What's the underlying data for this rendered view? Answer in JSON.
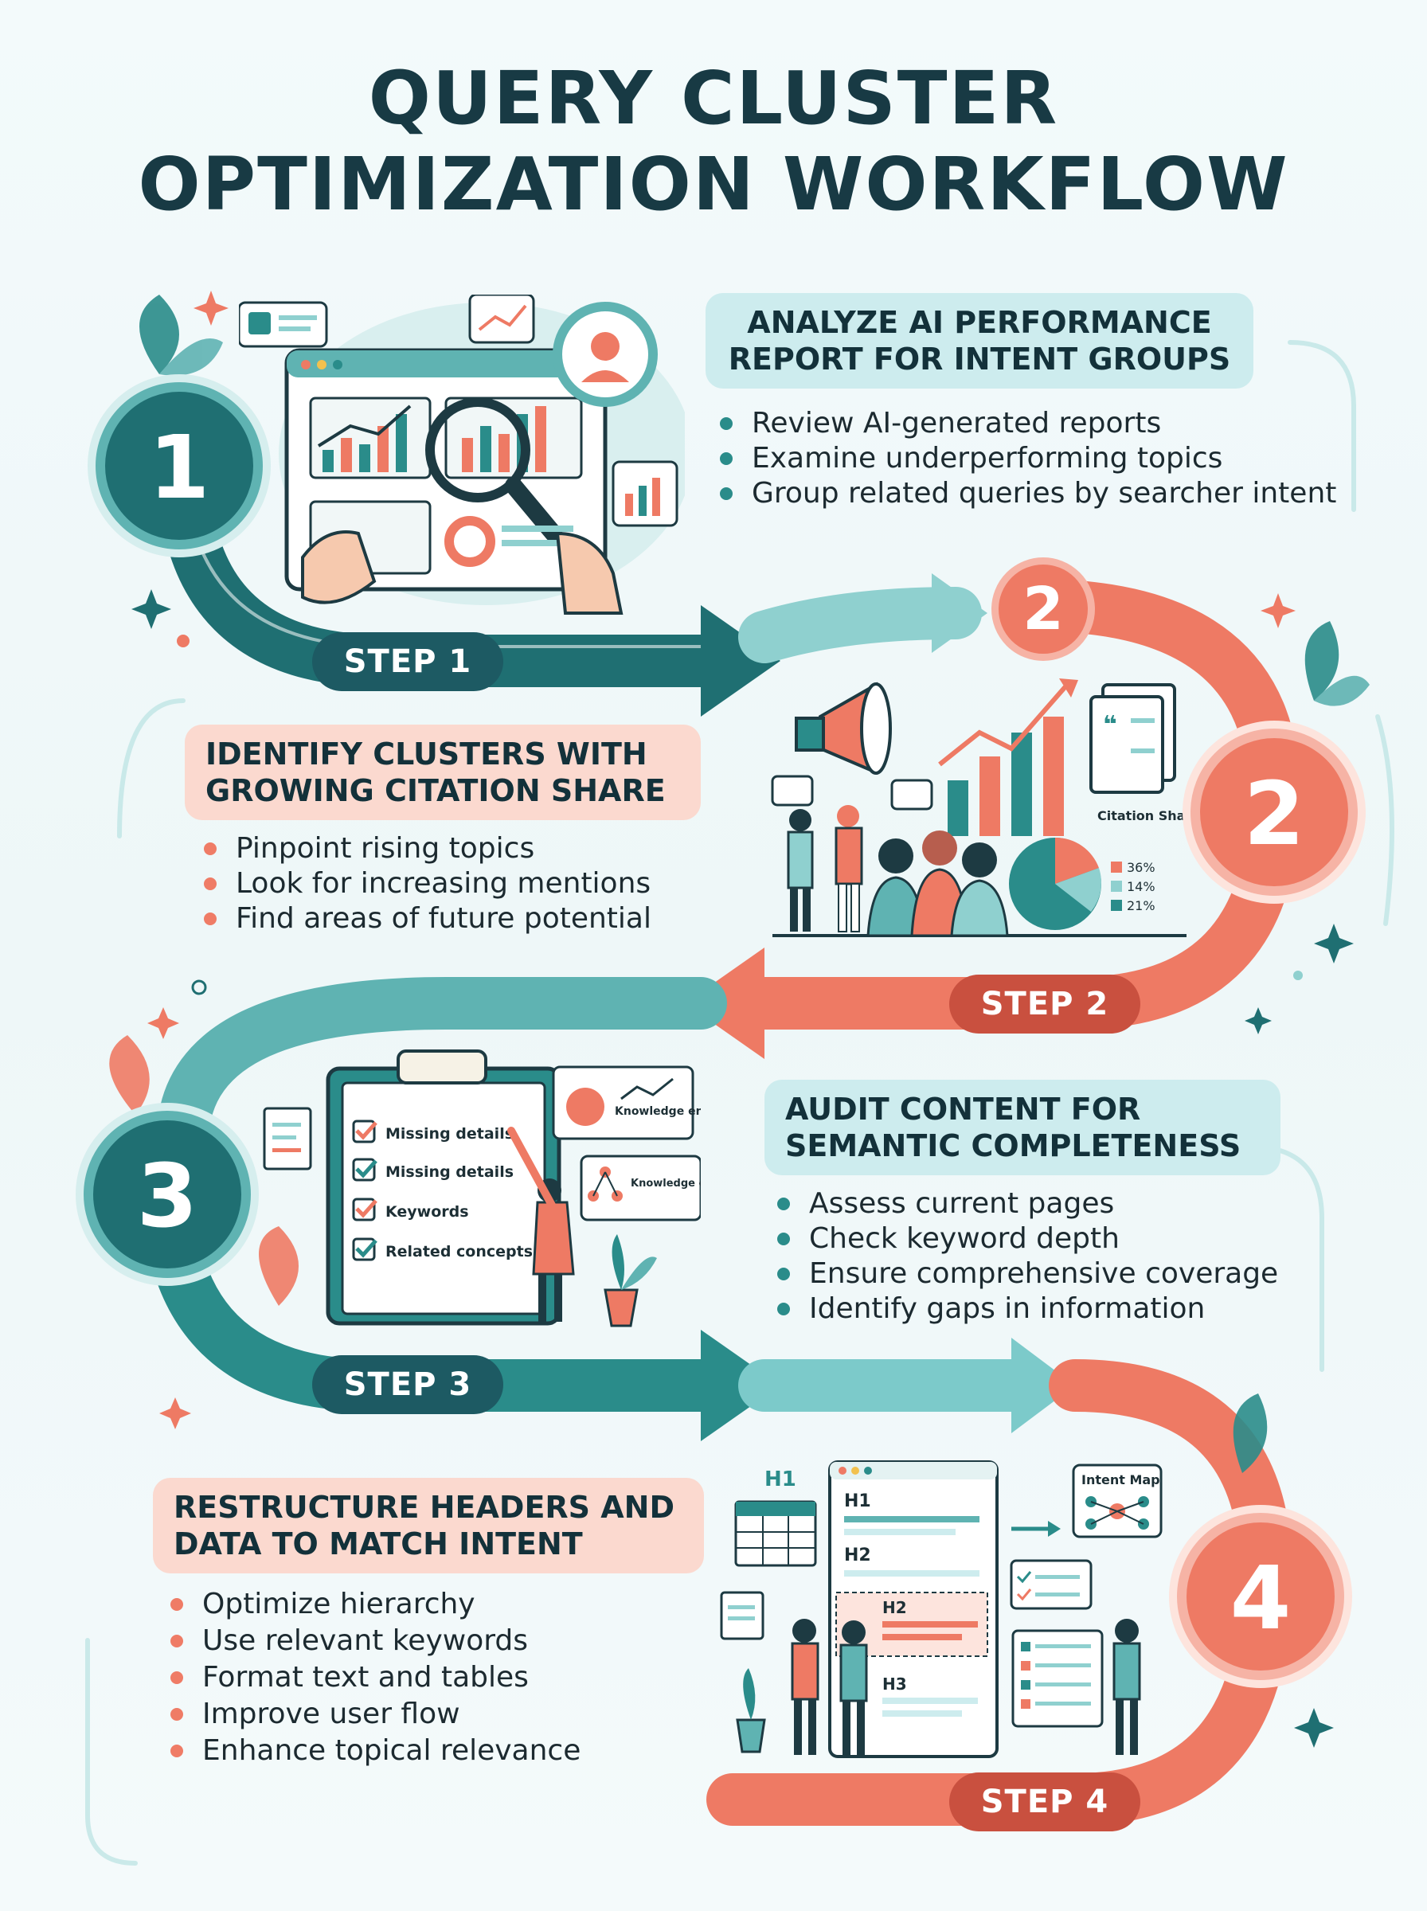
{
  "title": {
    "line1": "QUERY CLUSTER",
    "line2": "OPTIMIZATION WORKFLOW"
  },
  "steps": [
    {
      "number": "1",
      "label": "STEP 1",
      "heading": "ANALYZE AI PERFORMANCE REPORT FOR INTENT GROUPS",
      "bullets": [
        "Review AI-generated reports",
        "Examine underperforming topics",
        "Group related queries by searcher intent"
      ]
    },
    {
      "number": "2",
      "label": "STEP 2",
      "heading": "IDENTIFY CLUSTERS WITH GROWING CITATION SHARE",
      "bullets": [
        "Pinpoint rising topics",
        "Look for increasing mentions",
        "Find areas of future potential"
      ],
      "illustration": {
        "pie_title": "Citation Share",
        "pie_values": [
          "36%",
          "14%",
          "21%"
        ]
      }
    },
    {
      "number": "3",
      "label": "STEP 3",
      "heading": "AUDIT CONTENT FOR SEMANTIC COMPLETENESS",
      "bullets": [
        "Assess current pages",
        "Check keyword depth",
        "Ensure comprehensive coverage",
        "Identify gaps in information"
      ],
      "illustration": {
        "checklist": [
          "Missing details",
          "Missing details",
          "Keywords",
          "Related concepts"
        ],
        "card1": "Knowledge entities",
        "card2": "Knowledge onfithe graphs"
      }
    },
    {
      "number": "4",
      "label": "STEP 4",
      "heading": "RESTRUCTURE HEADERS AND DATA TO MATCH INTENT",
      "bullets": [
        "Optimize hierarchy",
        "Use relevant keywords",
        "Format text and tables",
        "Improve user flow",
        "Enhance topical relevance"
      ],
      "illustration": {
        "tags": [
          "H1",
          "H1",
          "H2",
          "H2",
          "H3"
        ],
        "intent_map": "Intent Map"
      }
    }
  ],
  "colors": {
    "teal_dark": "#1d5a63",
    "teal": "#2a8c8a",
    "teal_light": "#8fd0cf",
    "coral": "#ee7a64",
    "coral_dark": "#c9503f",
    "navy_text": "#183a44"
  }
}
